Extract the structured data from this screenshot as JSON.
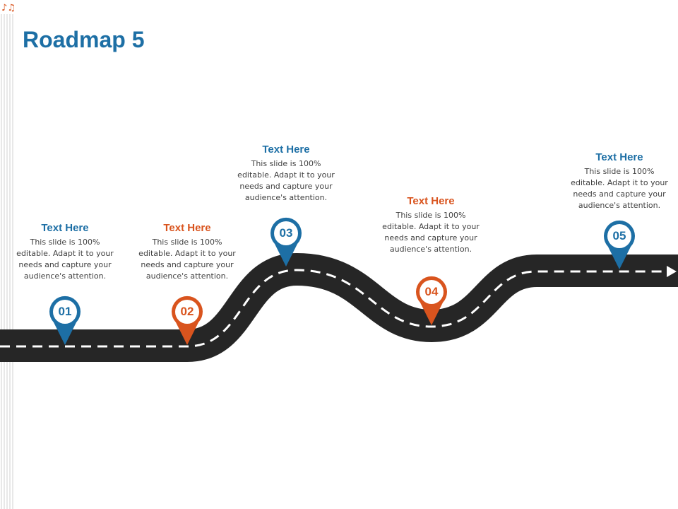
{
  "slide": {
    "title": "Roadmap 5",
    "corner_icon": "music-note-icon"
  },
  "colors": {
    "blue": "#1d6fa5",
    "orange": "#d9541e",
    "road": "#262626",
    "road_dash": "#ffffff",
    "body_text": "#404040"
  },
  "milestones": [
    {
      "number": "01",
      "heading": "Text Here",
      "body": "This slide is 100% editable. Adapt it to your needs and capture your audience's attention.",
      "color": "blue"
    },
    {
      "number": "02",
      "heading": "Text Here",
      "body": "This slide is 100% editable. Adapt it to your needs and capture your audience's attention.",
      "color": "orange"
    },
    {
      "number": "03",
      "heading": "Text Here",
      "body": "This slide is 100% editable. Adapt it to your needs and capture your audience's attention.",
      "color": "blue"
    },
    {
      "number": "04",
      "heading": "Text Here",
      "body": "This slide is 100% editable. Adapt it to your needs and capture your audience's attention.",
      "color": "orange"
    },
    {
      "number": "05",
      "heading": "Text Here",
      "body": "This slide is 100% editable. Adapt it to your needs and capture your audience's attention.",
      "color": "blue"
    }
  ]
}
